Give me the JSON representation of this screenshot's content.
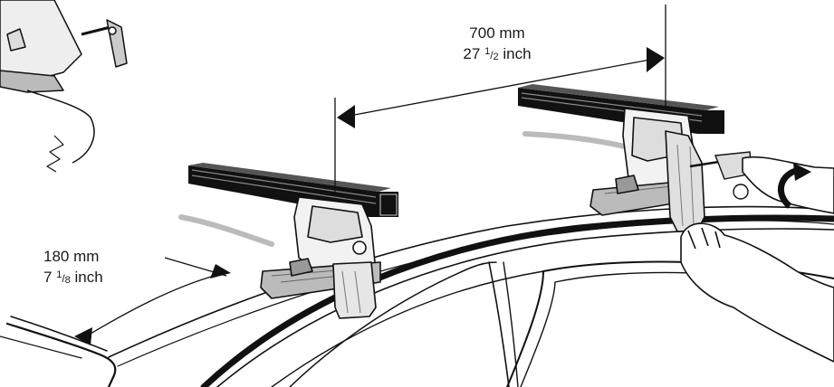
{
  "dimensions": {
    "bar_spacing": {
      "metric": "700 mm",
      "imperial_whole": "27",
      "imperial_num": "1",
      "imperial_den": "2",
      "imperial_unit": "inch"
    },
    "front_offset": {
      "metric": "180 mm",
      "imperial_whole": "7",
      "imperial_num": "1",
      "imperial_den": "8",
      "imperial_unit": "inch"
    }
  }
}
